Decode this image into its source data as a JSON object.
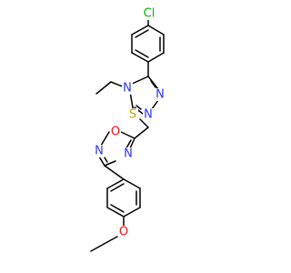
{
  "molecule": {
    "colors": {
      "bond": "#000000",
      "carbon": "#000000",
      "nitrogen": "#2F33FF",
      "oxygen": "#FF0D0D",
      "sulfur": "#B8A800",
      "chlorine": "#00B400"
    },
    "atoms": [
      {
        "id": "Cl",
        "symbol": "Cl",
        "element": "chlorine"
      },
      {
        "id": "N4",
        "symbol": "N",
        "element": "nitrogen"
      },
      {
        "id": "N1",
        "symbol": "N",
        "element": "nitrogen"
      },
      {
        "id": "N2",
        "symbol": "N",
        "element": "nitrogen"
      },
      {
        "id": "S",
        "symbol": "S",
        "element": "sulfur"
      },
      {
        "id": "O1",
        "symbol": "O",
        "element": "oxygen"
      },
      {
        "id": "Nox4",
        "symbol": "N",
        "element": "nitrogen"
      },
      {
        "id": "Nox2",
        "symbol": "N",
        "element": "nitrogen"
      },
      {
        "id": "Oeth",
        "symbol": "O",
        "element": "oxygen"
      }
    ]
  }
}
